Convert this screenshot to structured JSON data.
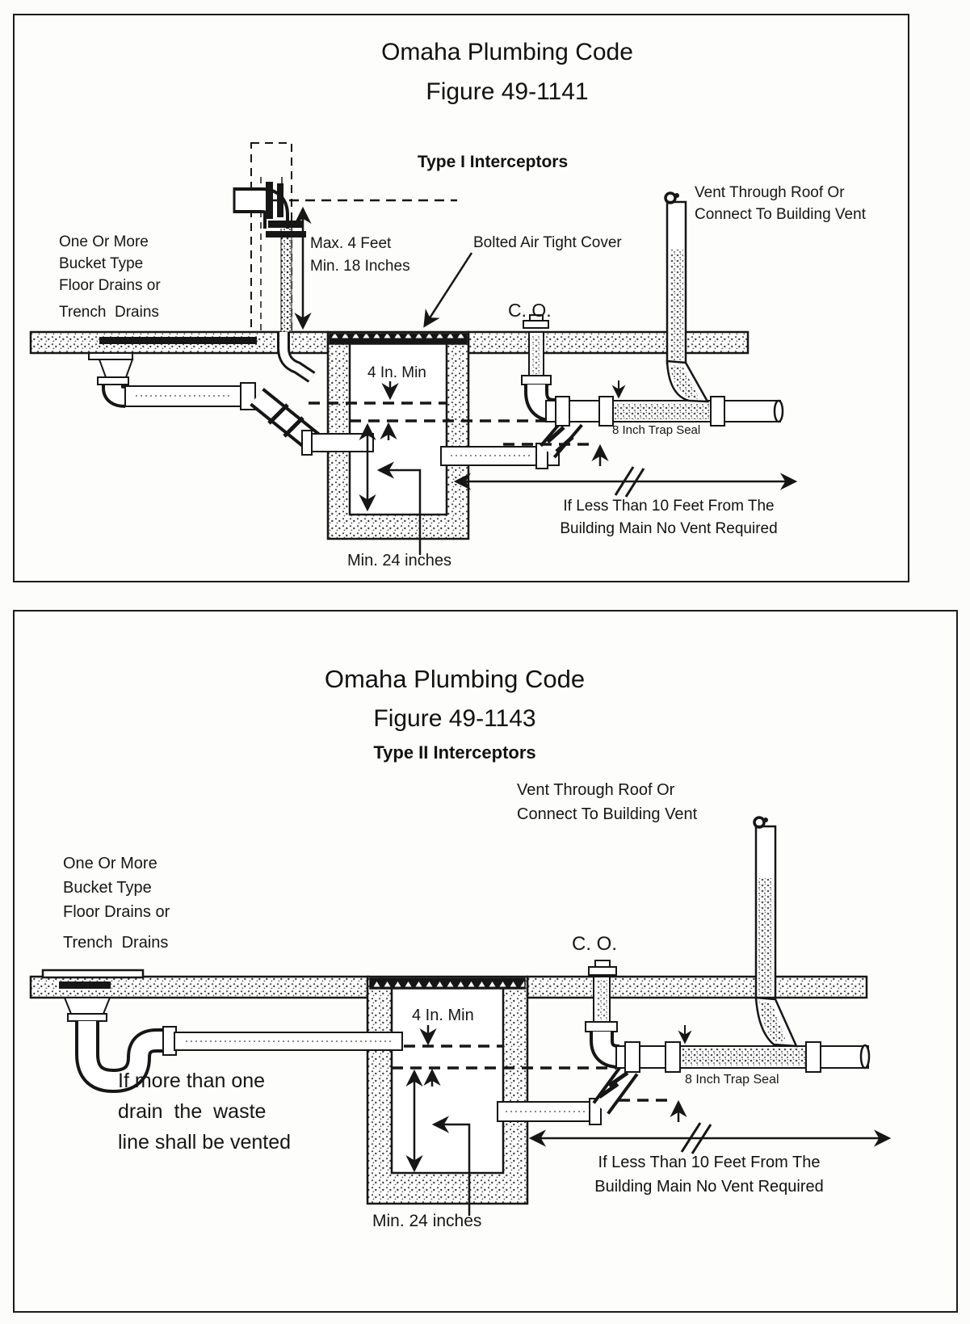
{
  "figure1": {
    "title_line1": "Omaha Plumbing Code",
    "title_line2": "Figure 49-1141",
    "subtitle": "Type I Interceptors",
    "labels": {
      "drains": "One Or More\nBucket Type\nFloor Drains or",
      "trench": "Trench  Drains",
      "riser_dim": "Max. 4 Feet\nMin. 18 Inches",
      "cover": "Bolted Air Tight Cover",
      "cleanout": "C. O.",
      "vent": "Vent Through Roof Or\nConnect To Building Vent",
      "inlet_depth": "4 In. Min",
      "trap_seal": "8 Inch Trap Seal",
      "no_vent": "If Less Than 10 Feet From The\nBuilding Main No Vent Required",
      "pit_depth": "Min. 24 inches"
    }
  },
  "figure2": {
    "title_line1": "Omaha Plumbing Code",
    "title_line2": "Figure 49-1143",
    "subtitle": "Type II Interceptors",
    "labels": {
      "drains": "One Or More\nBucket Type\nFloor Drains or",
      "trench": "Trench  Drains",
      "vent": "Vent Through Roof Or\nConnect To Building Vent",
      "cleanout": "C. O.",
      "inlet_depth": "4 In. Min",
      "vent_note": "If more than one\ndrain  the  waste\nline shall be vented",
      "trap_seal": "8 Inch Trap Seal",
      "no_vent": "If Less Than 10 Feet From The\nBuilding Main No Vent Required",
      "pit_depth": "Min. 24 inches"
    }
  },
  "ink_color": "#161616"
}
